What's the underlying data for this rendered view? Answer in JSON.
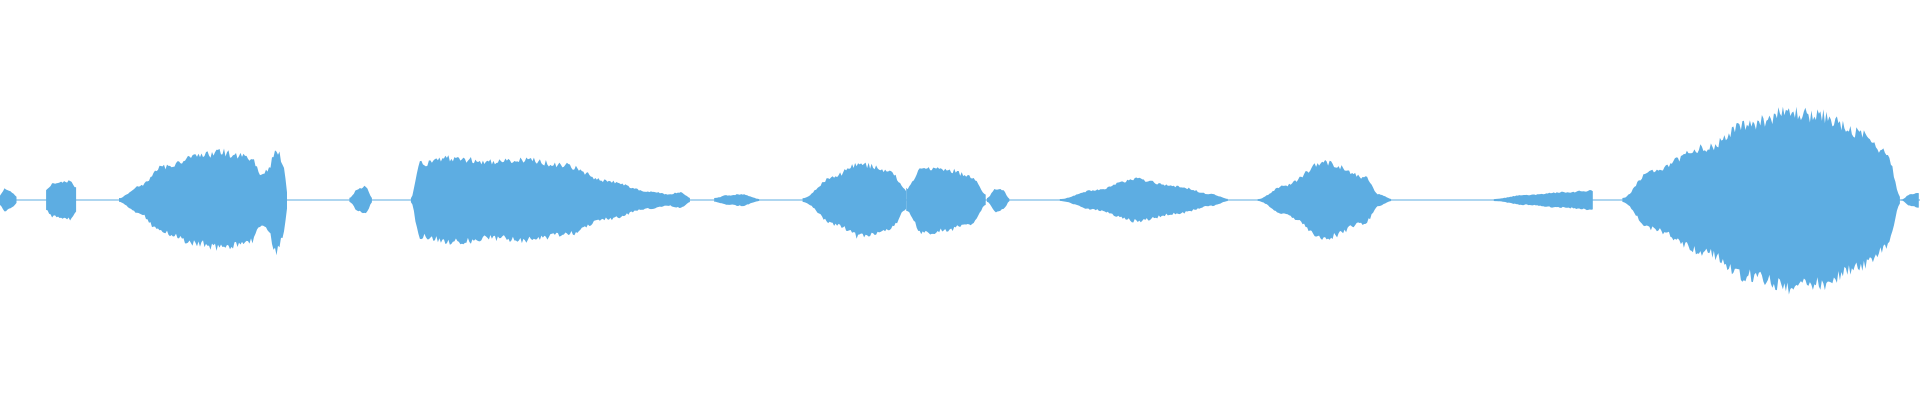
{
  "waveform": {
    "color": "#5dade2",
    "background": "#ffffff",
    "baseline_color": "#5dade2",
    "segments": [
      {
        "from": 0.0,
        "to": 0.009,
        "shape": [
          [
            0,
            0.05
          ],
          [
            0.3,
            0.12
          ],
          [
            0.7,
            0.08
          ],
          [
            1,
            0.03
          ]
        ]
      },
      {
        "from": 0.009,
        "to": 0.024,
        "shape": [
          [
            0,
            0.0
          ],
          [
            1,
            0.0
          ]
        ]
      },
      {
        "from": 0.024,
        "to": 0.04,
        "shape": [
          [
            0,
            0.1
          ],
          [
            0.2,
            0.17
          ],
          [
            0.5,
            0.19
          ],
          [
            0.8,
            0.2
          ],
          [
            1,
            0.12
          ]
        ]
      },
      {
        "from": 0.04,
        "to": 0.062,
        "shape": [
          [
            0,
            0.0
          ],
          [
            1,
            0.0
          ]
        ]
      },
      {
        "from": 0.062,
        "to": 0.15,
        "shape": [
          [
            0,
            0.02
          ],
          [
            0.12,
            0.14
          ],
          [
            0.25,
            0.34
          ],
          [
            0.45,
            0.45
          ],
          [
            0.6,
            0.5
          ],
          [
            0.78,
            0.44
          ],
          [
            0.84,
            0.28
          ],
          [
            0.88,
            0.3
          ],
          [
            0.93,
            0.55
          ],
          [
            0.97,
            0.4
          ],
          [
            1,
            0.05
          ]
        ]
      },
      {
        "from": 0.15,
        "to": 0.182,
        "shape": [
          [
            0,
            0.0
          ],
          [
            1,
            0.0
          ]
        ]
      },
      {
        "from": 0.182,
        "to": 0.194,
        "shape": [
          [
            0,
            0.02
          ],
          [
            0.4,
            0.12
          ],
          [
            0.7,
            0.14
          ],
          [
            1,
            0.02
          ]
        ]
      },
      {
        "from": 0.194,
        "to": 0.214,
        "shape": [
          [
            0,
            0.0
          ],
          [
            1,
            0.0
          ]
        ]
      },
      {
        "from": 0.214,
        "to": 0.36,
        "shape": [
          [
            0,
            0.02
          ],
          [
            0.03,
            0.38
          ],
          [
            0.15,
            0.44
          ],
          [
            0.3,
            0.4
          ],
          [
            0.42,
            0.42
          ],
          [
            0.55,
            0.36
          ],
          [
            0.7,
            0.2
          ],
          [
            0.85,
            0.09
          ],
          [
            0.92,
            0.06
          ],
          [
            0.96,
            0.08
          ],
          [
            1,
            0.02
          ]
        ]
      },
      {
        "from": 0.36,
        "to": 0.372,
        "shape": [
          [
            0,
            0.0
          ],
          [
            1,
            0.0
          ]
        ]
      },
      {
        "from": 0.372,
        "to": 0.396,
        "shape": [
          [
            0,
            0.02
          ],
          [
            0.3,
            0.05
          ],
          [
            0.6,
            0.06
          ],
          [
            1,
            0.01
          ]
        ]
      },
      {
        "from": 0.396,
        "to": 0.418,
        "shape": [
          [
            0,
            0.0
          ],
          [
            1,
            0.0
          ]
        ]
      },
      {
        "from": 0.418,
        "to": 0.472,
        "shape": [
          [
            0,
            0.02
          ],
          [
            0.3,
            0.25
          ],
          [
            0.55,
            0.38
          ],
          [
            0.85,
            0.3
          ],
          [
            1,
            0.1
          ]
        ]
      },
      {
        "from": 0.472,
        "to": 0.514,
        "shape": [
          [
            0,
            0.12
          ],
          [
            0.2,
            0.34
          ],
          [
            0.5,
            0.32
          ],
          [
            0.8,
            0.25
          ],
          [
            1,
            0.05
          ]
        ]
      },
      {
        "from": 0.514,
        "to": 0.526,
        "shape": [
          [
            0,
            0.02
          ],
          [
            0.4,
            0.12
          ],
          [
            0.7,
            0.1
          ],
          [
            1,
            0.01
          ]
        ]
      },
      {
        "from": 0.526,
        "to": 0.552,
        "shape": [
          [
            0,
            0.0
          ],
          [
            1,
            0.0
          ]
        ]
      },
      {
        "from": 0.552,
        "to": 0.64,
        "shape": [
          [
            0,
            0.01
          ],
          [
            0.2,
            0.1
          ],
          [
            0.45,
            0.22
          ],
          [
            0.7,
            0.14
          ],
          [
            0.9,
            0.06
          ],
          [
            1,
            0.01
          ]
        ]
      },
      {
        "from": 0.64,
        "to": 0.655,
        "shape": [
          [
            0,
            0.0
          ],
          [
            1,
            0.0
          ]
        ]
      },
      {
        "from": 0.655,
        "to": 0.725,
        "shape": [
          [
            0,
            0.01
          ],
          [
            0.2,
            0.15
          ],
          [
            0.5,
            0.4
          ],
          [
            0.8,
            0.24
          ],
          [
            0.9,
            0.06
          ],
          [
            1,
            0.01
          ]
        ]
      },
      {
        "from": 0.725,
        "to": 0.778,
        "shape": [
          [
            0,
            0.0
          ],
          [
            1,
            0.0
          ]
        ]
      },
      {
        "from": 0.778,
        "to": 0.83,
        "shape": [
          [
            0,
            0.01
          ],
          [
            0.3,
            0.05
          ],
          [
            0.7,
            0.08
          ],
          [
            1,
            0.1
          ]
        ]
      },
      {
        "from": 0.83,
        "to": 0.845,
        "shape": [
          [
            0,
            0.0
          ],
          [
            1,
            0.0
          ]
        ]
      },
      {
        "from": 0.845,
        "to": 0.99,
        "shape": [
          [
            0,
            0.02
          ],
          [
            0.1,
            0.3
          ],
          [
            0.3,
            0.55
          ],
          [
            0.45,
            0.8
          ],
          [
            0.6,
            0.92
          ],
          [
            0.72,
            0.88
          ],
          [
            0.85,
            0.7
          ],
          [
            0.95,
            0.5
          ],
          [
            1,
            0.03
          ]
        ]
      },
      {
        "from": 0.99,
        "to": 1.0,
        "shape": [
          [
            0,
            0.0
          ],
          [
            0.5,
            0.06
          ],
          [
            1,
            0.08
          ]
        ]
      }
    ]
  }
}
